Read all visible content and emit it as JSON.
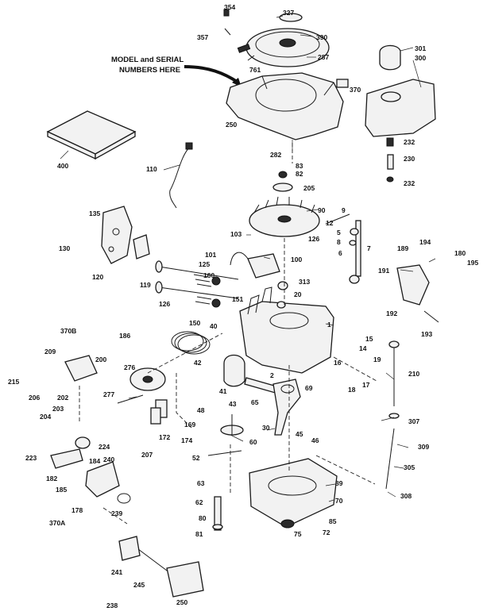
{
  "note": {
    "line1": "MODEL and SERIAL",
    "line2": "NUMBERS HERE"
  },
  "labels": {
    "p354": "354",
    "p327": "327",
    "p357": "357",
    "p390": "390",
    "p287": "287",
    "p301": "301",
    "p300": "300",
    "p761": "761",
    "p370": "370",
    "p250": "250",
    "p282": "282",
    "p400": "400",
    "p232a": "232",
    "p230": "230",
    "p232b": "232",
    "p83": "83",
    "p82a": "82",
    "p205": "205",
    "p110": "110",
    "p90": "90",
    "p9": "9",
    "p12": "12",
    "p135": "135",
    "p103": "103",
    "p126a": "126",
    "p5": "5",
    "p8": "8",
    "p6": "6",
    "p7": "7",
    "p130": "130",
    "p120": "120",
    "p119": "119",
    "p125": "125",
    "p101": "101",
    "p100": "100",
    "p160": "160",
    "p126b": "126",
    "p313": "313",
    "p20": "20",
    "p150": "150",
    "p151": "151",
    "p40": "40",
    "p1": "1",
    "p189": "189",
    "p194": "194",
    "p180": "180",
    "p195": "195",
    "p191": "191",
    "p192": "192",
    "p193": "193",
    "p370B": "370B",
    "p186": "186",
    "p15": "15",
    "p14": "14",
    "p209": "209",
    "p200": "200",
    "p42": "42",
    "p16": "16",
    "p19": "19",
    "p210": "210",
    "p276": "276",
    "p2": "2",
    "p215": "215",
    "p206": "206",
    "p202": "202",
    "p203": "203",
    "p204": "204",
    "p41": "41",
    "p65": "65",
    "p69": "69",
    "p18": "18",
    "p17": "17",
    "p277": "277",
    "p43": "43",
    "p48": "48",
    "p169": "169",
    "p30": "30",
    "p45": "45",
    "p46": "46",
    "p307": "307",
    "p172": "172",
    "p174": "174",
    "p60": "60",
    "p224": "224",
    "p309": "309",
    "p207": "207",
    "p223": "223",
    "p184": "184",
    "p240": "240",
    "p52": "52",
    "p305": "305",
    "p182": "182",
    "p185": "185",
    "p63": "63",
    "p89": "89",
    "p70": "70",
    "p308": "308",
    "p62": "62",
    "p178": "178",
    "p239": "239",
    "p80": "80",
    "p370A": "370A",
    "p85": "85",
    "p81": "81",
    "p75": "75",
    "p72": "72",
    "p241": "241",
    "p245": "245",
    "p250b": "250",
    "p238": "238"
  }
}
